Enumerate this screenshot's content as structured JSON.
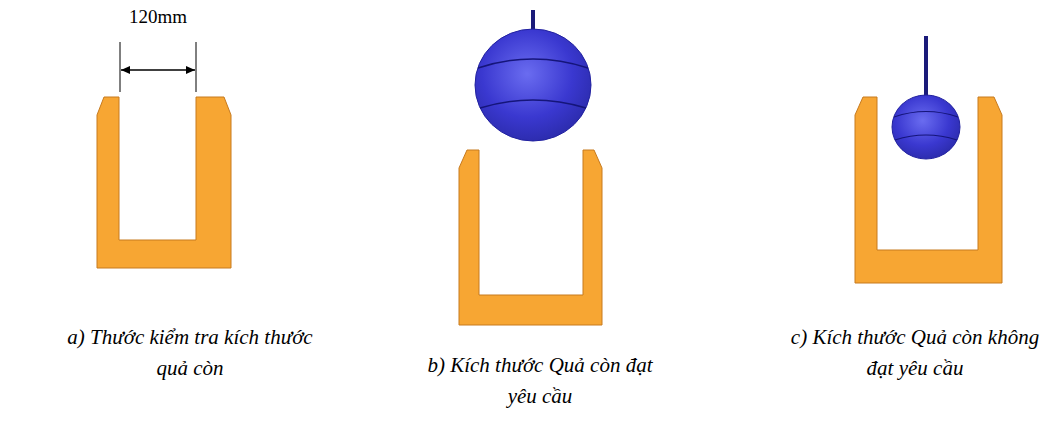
{
  "diagram": {
    "labels": [
      "120mm",
      "a) Thước kiểm tra kích thước quả còn",
      "b) Kích thước Quả còn đạt yêu cầu",
      "c) Kích thước Quả còn không đạt yêu cầu"
    ]
  }
}
